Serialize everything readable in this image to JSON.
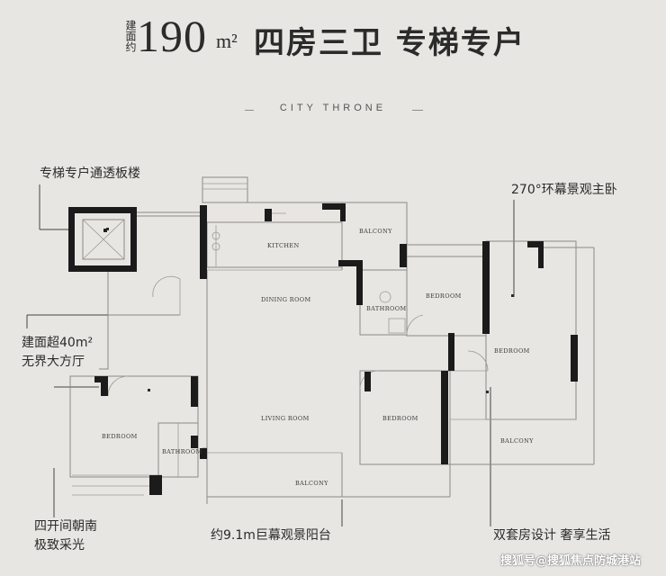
{
  "header": {
    "area_prefix": "建面约",
    "area_number": "190",
    "area_unit": "m²",
    "title": "四房三卫  专梯专户"
  },
  "brand": "CITY THRONE",
  "rooms": {
    "kitchen": "KITCHEN",
    "balcony_top": "BALCONY",
    "dining": "DINING ROOM",
    "bathroom_center": "BATHROOM",
    "bedroom_top_right": "BEDROOM",
    "bedroom_master": "BEDROOM",
    "bedroom_left": "BEDROOM",
    "bathroom_left": "BATHROOM",
    "living": "LIVING ROOM",
    "bedroom_center": "BEDROOM",
    "balcony_right": "BALCONY",
    "balcony_bottom": "BALCONY"
  },
  "callouts": {
    "elevator": "专梯专户通透板楼",
    "master_view": "270°环幕景观主卧",
    "hall_line1": "建面超40m²",
    "hall_line2": "无界大方厅",
    "south_line1": "四开间朝南",
    "south_line2": "极致采光",
    "balcony": "约9.1m巨幕观景阳台",
    "suite": "双套房设计  奢享生活"
  },
  "watermark": "搜狐号@搜狐焦点防城港站"
}
